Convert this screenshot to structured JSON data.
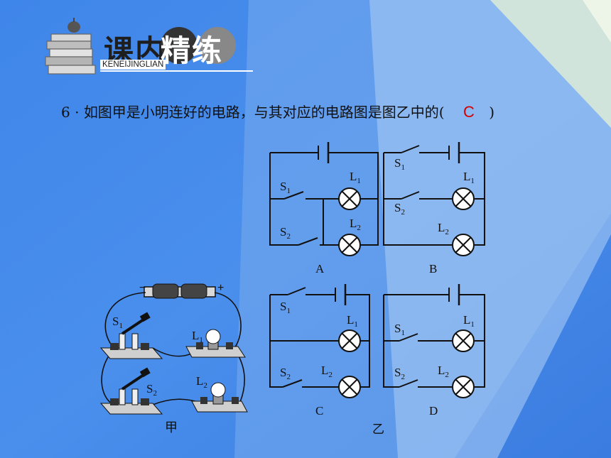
{
  "banner": {
    "title_part1": "课内",
    "title_part2": "精练",
    "subtitle": "KENEIJINGLIAN"
  },
  "question": {
    "number": "6",
    "separator": "·",
    "text": "如图甲是小明连好的电路，与其对应的电路图是图乙中的(",
    "answer": "C",
    "close": ")"
  },
  "figure_jia": {
    "caption": "甲",
    "s1": "S",
    "s1_sub": "1",
    "s2": "S",
    "s2_sub": "2",
    "l1": "L",
    "l1_sub": "1",
    "l2": "L",
    "l2_sub": "2",
    "minus": "−",
    "plus": "+"
  },
  "figure_yi": {
    "caption": "乙",
    "options": [
      "A",
      "B",
      "C",
      "D"
    ],
    "s": "S",
    "l": "L",
    "sub1": "1",
    "sub2": "2"
  },
  "colors": {
    "background_blue": "#3b7de4",
    "answer_red": "#d40000"
  }
}
